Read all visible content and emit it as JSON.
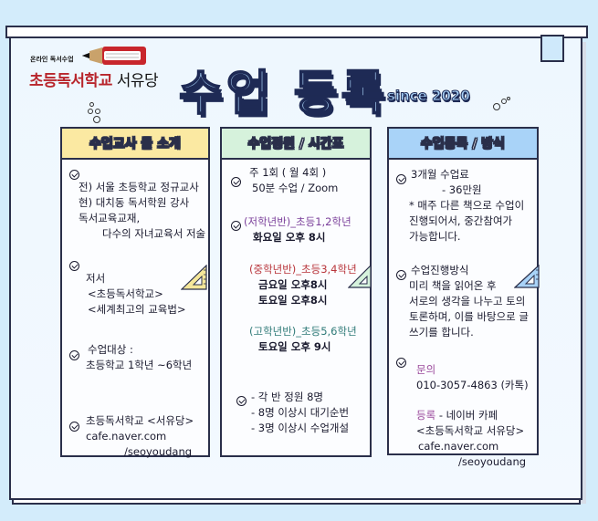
{
  "logo": {
    "small_text": "온라인 독서수업",
    "main_red": "초등독서학교",
    "main_black": " 서유당"
  },
  "title": {
    "main": "수업 등록",
    "since": "since 2020"
  },
  "colors": {
    "background": "#d3ecfb",
    "board": "#eef7fe",
    "outline": "#2a2f4a",
    "header_yellow": "#fbe9a2",
    "header_green": "#d6f2dc",
    "header_blue": "#a9d3f8",
    "logo_red": "#b8262c",
    "purple": "#7a3f9a",
    "red": "#b8343a",
    "teal": "#2f7a78"
  },
  "cards": [
    {
      "header": "수업교사 들 소개",
      "items": [
        {
          "lines": [
            "전) 서울 초등학교  정규교사",
            "현) 대치동 독서학원 강사",
            "독서교육교재,",
            "다수의 자녀교육서 저술"
          ]
        },
        {
          "lines": [
            "저서",
            "<초등독서학교>",
            "<세계최고의 교육법>"
          ]
        },
        {
          "lines": [
            "수업대상 :",
            "초등학교 1학년 ~6학년"
          ]
        },
        {
          "lines": [
            "초등독서학교 <서유당>",
            "cafe.naver.com",
            "/seoyoudang"
          ]
        }
      ]
    },
    {
      "header": "수업정원 / 시간표",
      "items": [
        {
          "lines": [
            "주 1회 ( 월 4회 )",
            "50분 수업 / Zoom"
          ]
        },
        {
          "label": "(저학년반)_초등1,2학년",
          "lines": [
            "화요일 오후 8시"
          ]
        },
        {
          "label": "(중학년반)_초등3,4학년",
          "lines": [
            "금요일 오후8시",
            "토요일 오후8시"
          ]
        },
        {
          "label": "(고학년반)_초등5,6학년",
          "lines": [
            "토요일 오후 9시"
          ]
        },
        {
          "lines": [
            "- 각 반 정원 8명",
            "- 8명 이상시 대기순번",
            "- 3명 이상시 수업개설"
          ]
        }
      ]
    },
    {
      "header": "수업등록 / 방식",
      "items": [
        {
          "lines": [
            "3개월  수업료",
            "- 36만원",
            "* 매주 다른 책으로 수업이",
            "진행되어서, 중간참여가",
            "가능합니다."
          ]
        },
        {
          "lines": [
            "수업진행방식",
            "미리 책을 읽어온 후",
            "서로의 생각을 나누고 토의",
            "토론하며, 이를 바탕으로 글",
            "쓰기를 합니다."
          ]
        },
        {
          "label": "문의",
          "lines": [
            "010-3057-4863 (카톡)"
          ]
        },
        {
          "label": "등록",
          "label_suffix": " - 네이버 카페",
          "lines": [
            "<초등독서학교 서유당>",
            "cafe.naver.com",
            "/seoyoudang"
          ]
        }
      ]
    }
  ]
}
